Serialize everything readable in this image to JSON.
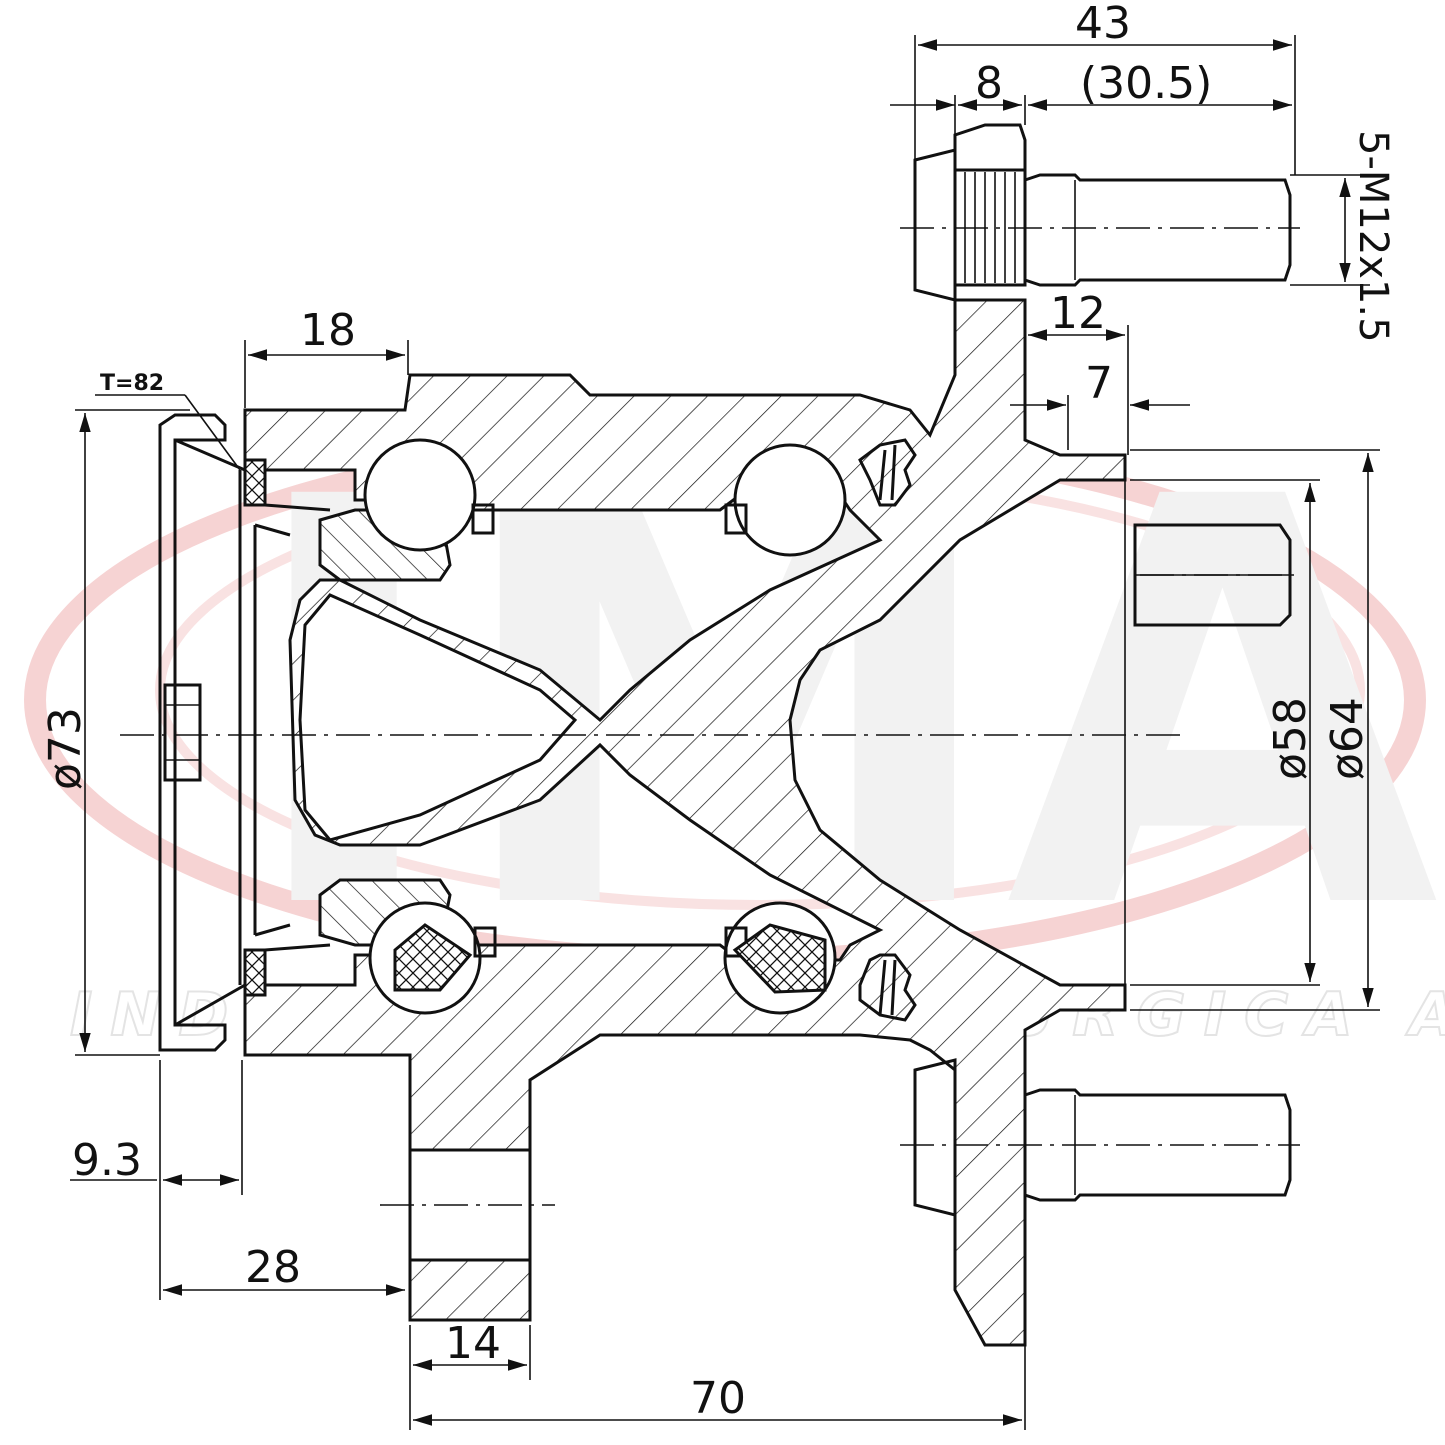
{
  "watermark": {
    "logo_letters": "IMA",
    "tagline": "INDUSTRIA METALLURGICA ALLI"
  },
  "dimensions": {
    "d43": "43",
    "d8": "8",
    "d30_5": "(30.5)",
    "thread": "5-M12x1.5",
    "d18": "18",
    "t82": "T=82",
    "d12": "12",
    "d7": "7",
    "dia73": "ø73",
    "dia58": "ø58",
    "dia64": "ø64",
    "d9_3": "9.3",
    "d28": "28",
    "d14": "14",
    "d70": "70"
  }
}
